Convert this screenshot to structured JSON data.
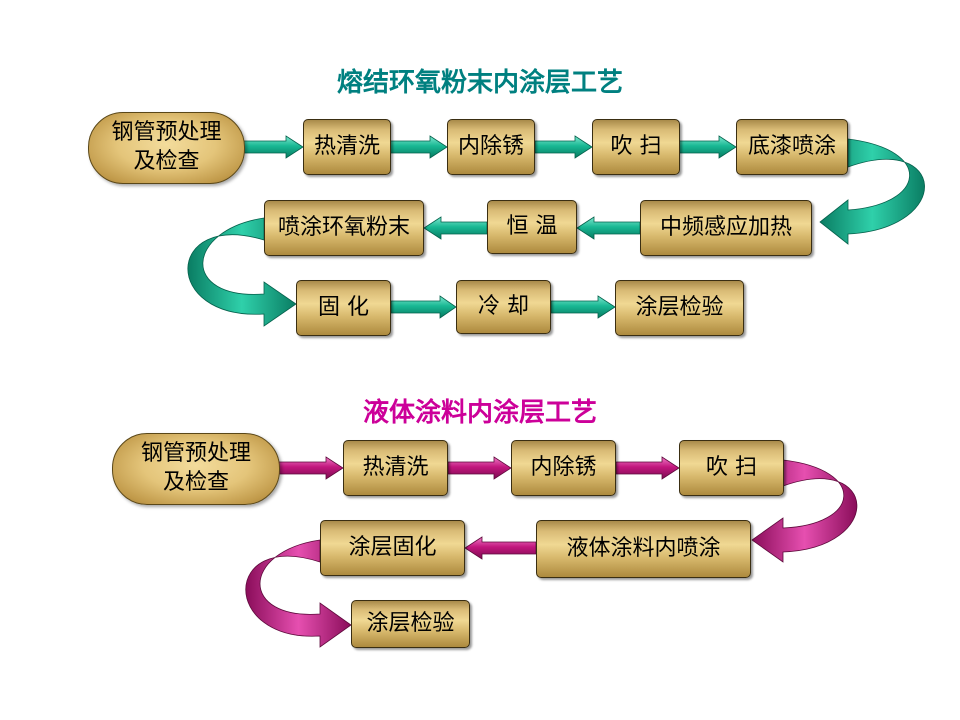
{
  "flow1": {
    "title": "熔结环氧粉末内涂层工艺",
    "start": {
      "line1": "钢管预处理",
      "line2": "及检查"
    },
    "steps": [
      "热清洗",
      "内除锈",
      "吹 扫",
      "底漆喷涂",
      "中频感应加热",
      "恒 温",
      "喷涂环氧粉末",
      "固 化",
      "冷 却",
      "涂层检验"
    ],
    "arrow_color": "#1fa98a"
  },
  "flow2": {
    "title": "液体涂料内涂层工艺",
    "start": {
      "line1": "钢管预处理",
      "line2": "及检查"
    },
    "steps": [
      "热清洗",
      "内除锈",
      "吹 扫",
      "液体涂料内喷涂",
      "涂层固化",
      "涂层检验"
    ],
    "arrow_color": "#c2177e"
  }
}
